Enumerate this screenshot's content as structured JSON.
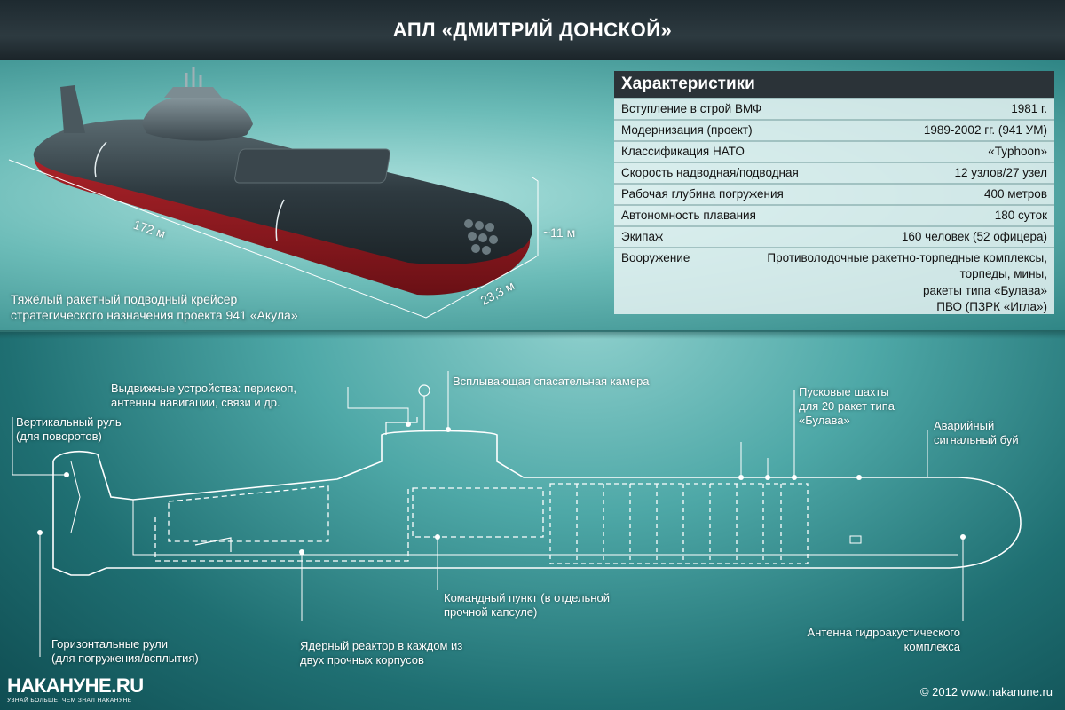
{
  "title": "АПЛ «ДМИТРИЙ ДОНСКОЙ»",
  "specs": {
    "heading": "Характеристики",
    "rows": [
      {
        "k": "Вступление в строй ВМФ",
        "v": "1981 г."
      },
      {
        "k": "Модернизация (проект)",
        "v": "1989-2002 гг. (941 УМ)"
      },
      {
        "k": "Классификация НАТО",
        "v": "«Typhoon»"
      },
      {
        "k": "Скорость надводная/подводная",
        "v": "12 узлов/27 узел"
      },
      {
        "k": "Рабочая глубина погружения",
        "v": "400 метров"
      },
      {
        "k": "Автономность плавания",
        "v": "180 суток"
      },
      {
        "k": "Экипаж",
        "v": "160 человек (52 офицера)"
      }
    ],
    "armament": {
      "k": "Вооружение",
      "lines": [
        "Противолодочные ракетно-торпедные комплексы,",
        "торпеды, мины,",
        "ракеты типа «Булава»",
        "ПВО (ПЗРК «Игла»)"
      ]
    }
  },
  "caption": {
    "line1": "Тяжёлый ракетный подводный крейсер",
    "line2": "стратегического назначения проекта 941 «Акула»"
  },
  "dims": {
    "length": "172 м",
    "height": "~11 м",
    "width": "23,3 м"
  },
  "labels": {
    "retractable": {
      "l1": "Выдвижные устройства: перископ,",
      "l2": "антенны навигации, связи и др."
    },
    "rescue": "Всплывающая спасательная камера",
    "silos": {
      "l1": "Пусковые шахты",
      "l2": "для 20 ракет типа",
      "l3": "«Булава»"
    },
    "buoy": {
      "l1": "Аварийный",
      "l2": "сигнальный буй"
    },
    "rudder": {
      "l1": "Вертикальный руль",
      "l2": "(для поворотов)"
    },
    "command": {
      "l1": "Командный пункт (в отдельной",
      "l2": "прочной капсуле)"
    },
    "planes": {
      "l1": "Горизонтальные рули",
      "l2": "(для погружения/всплытия)"
    },
    "reactor": {
      "l1": "Ядерный реактор в каждом из",
      "l2": "двух прочных корпусов"
    },
    "sonar": {
      "l1": "Антенна гидроакустического",
      "l2": "комплекса"
    }
  },
  "logo": {
    "name": "НАКАНУНЕ.RU",
    "tagline": "УЗНАЙ БОЛЬШЕ, ЧЕМ ЗНАЛ НАКАНУНЕ"
  },
  "copyright": "© 2012 www.nakanune.ru",
  "colors": {
    "hull_top": "#2e3a40",
    "hull_bottom": "#9b1c22",
    "title_bg": "#2b3338"
  }
}
